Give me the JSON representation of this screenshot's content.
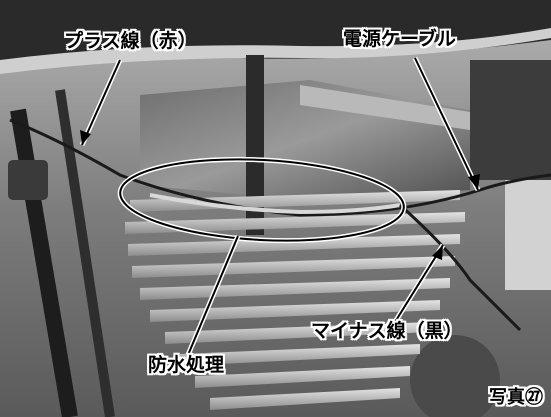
{
  "labels": {
    "plus_wire": "プラス線（赤）",
    "power_cable": "電源ケーブル",
    "minus_wire": "マイナス線（黒）",
    "waterproofing": "防水処理",
    "photo_number": "写真㉗"
  },
  "colors": {
    "annotation_line": "#000000",
    "label_text": "#000000",
    "label_outline": "#ffffff"
  }
}
